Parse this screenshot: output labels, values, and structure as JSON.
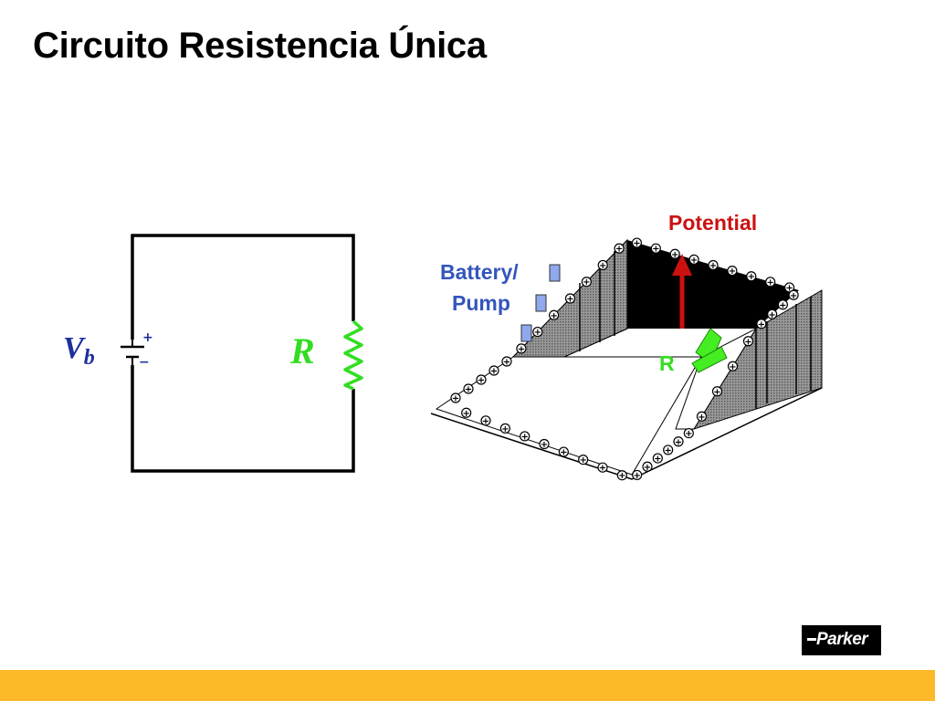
{
  "slide": {
    "title": "Circuito Resistencia Única"
  },
  "circuit": {
    "battery_label_main": "V",
    "battery_label_sub": "b",
    "battery_plus": "+",
    "battery_minus": "−",
    "resistor_label": "R"
  },
  "analogy": {
    "battery_label_line1": "Battery/",
    "battery_label_line2": "Pump",
    "potential_label": "Potential",
    "resistor_label": "R",
    "charge_symbol": "+"
  },
  "logo": {
    "text": "Parker"
  },
  "colors": {
    "circuit_label": "#1e2f9e",
    "resistor": "#33dd22",
    "potential": "#cc1111",
    "battery_label": "#3355bb",
    "footer": "#fdb927"
  }
}
